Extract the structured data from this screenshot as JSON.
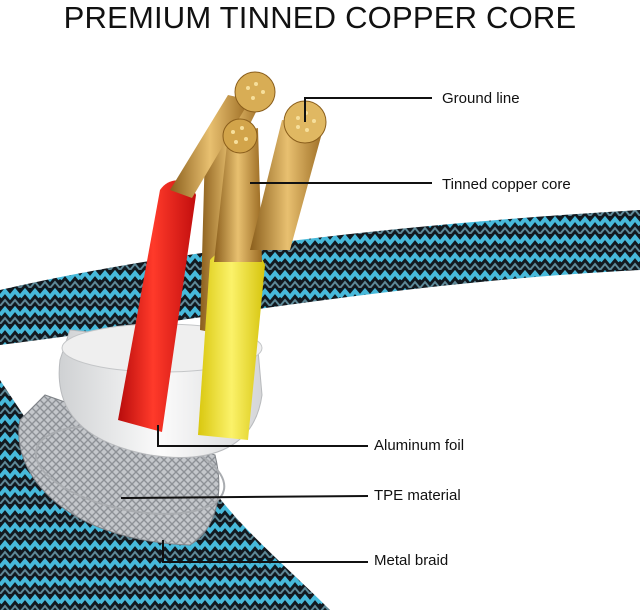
{
  "title": "PREMIUM TINNED COPPER CORE",
  "labels": {
    "ground_line": "Ground line",
    "tinned_copper_core": "Tinned copper core",
    "aluminum_foil": "Aluminum foil",
    "tpe_material": "TPE material",
    "metal_braid": "Metal braid"
  },
  "colors": {
    "braid_blue": "#43b6d8",
    "braid_dark": "#10171d",
    "red_wire": "#e41515",
    "yellow_wire": "#f0e21b",
    "copper": "#c99a3c",
    "jacket_white": "#e8e8e8",
    "metal_collar": "#bfc2c6"
  }
}
